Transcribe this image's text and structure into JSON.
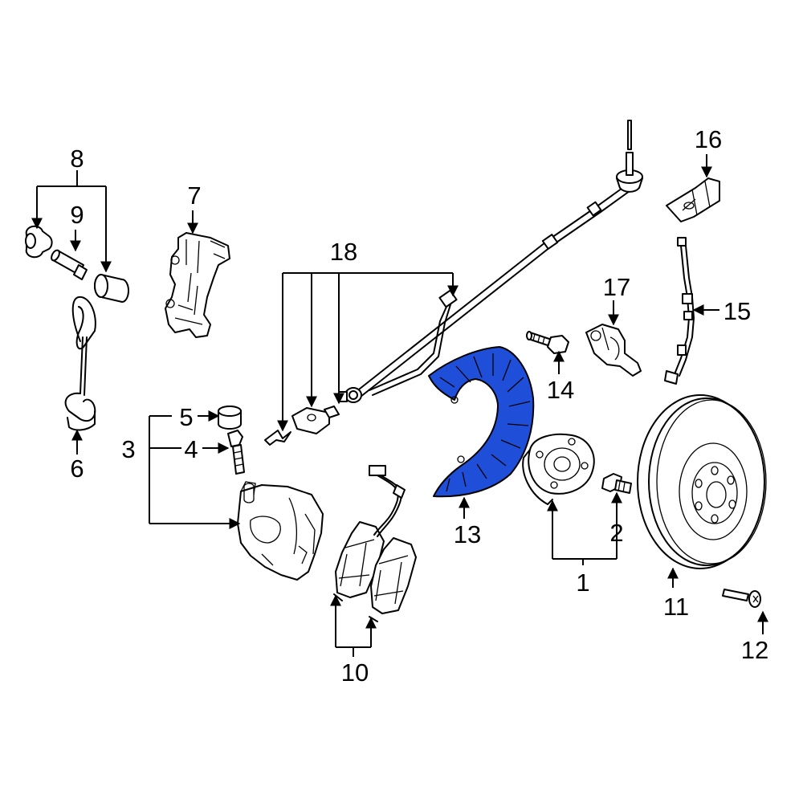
{
  "colors": {
    "highlight": "#1f4fd8",
    "line": "#000000",
    "background": "#ffffff"
  },
  "callouts": {
    "c1": "1",
    "c2": "2",
    "c3": "3",
    "c4": "4",
    "c5": "5",
    "c6": "6",
    "c7": "7",
    "c8": "8",
    "c9": "9",
    "c10": "10",
    "c11": "11",
    "c12": "12",
    "c13": "13",
    "c14": "14",
    "c15": "15",
    "c16": "16",
    "c17": "17",
    "c18": "18"
  },
  "highlighted_part": "13"
}
